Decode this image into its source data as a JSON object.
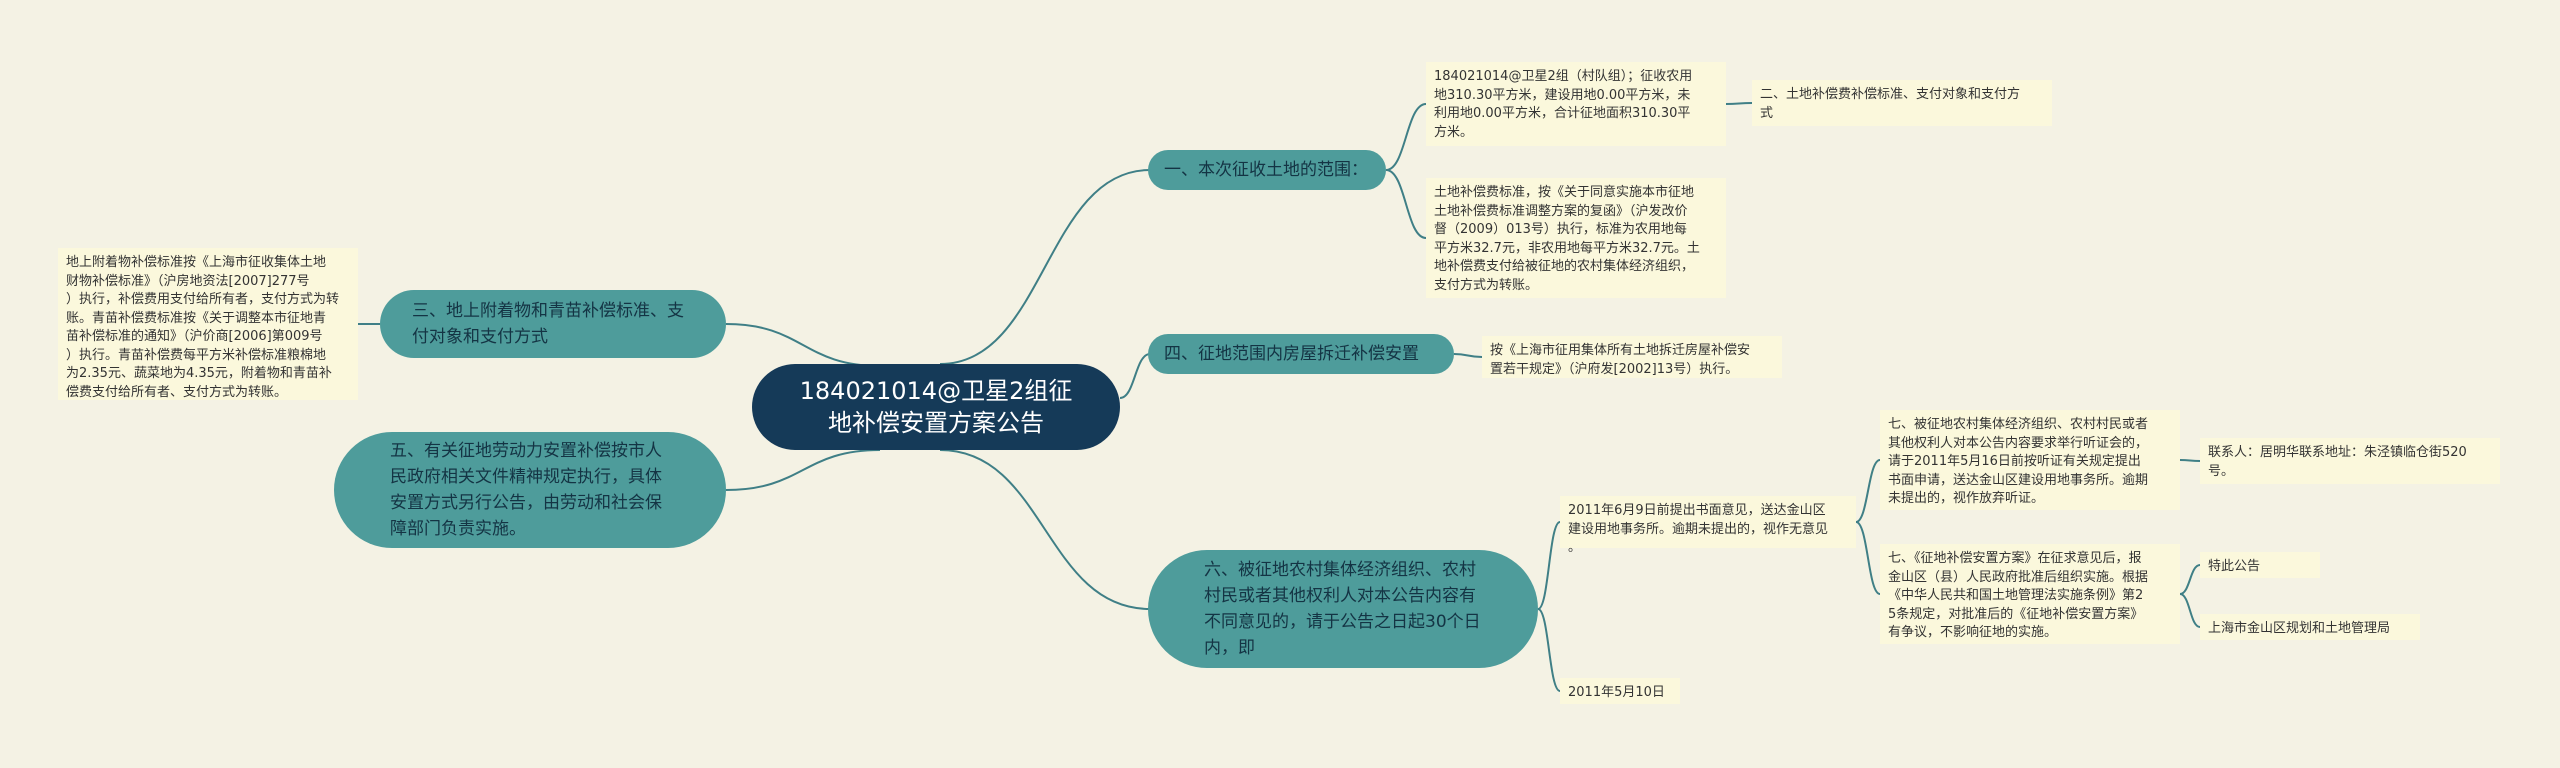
{
  "root": {
    "text": "184021014@卫星2组征地补偿安置方案公告"
  },
  "branches": {
    "one": "一、本次征收土地的范围：",
    "three": "三、地上附着物和青苗补偿标准、支付对象和支付方式",
    "four": "四、征地范围内房屋拆迁补偿安置",
    "five": "五、有关征地劳动力安置补偿按市人民政府相关文件精神规定执行，具体安置方式另行公告，由劳动和社会保障部门负责实施。",
    "six": "六、被征地农村集体经济组织、农村村民或者其他权利人对本公告内容有不同意见的，请于公告之日起30个日内，即"
  },
  "leaves": {
    "scope": "184021014@卫星2组（村队组）；征收农用\n地310.30平方米，建设用地0.00平方米，未\n利用地0.00平方米，合计征地面积310.30平\n方米。",
    "land_comp": "土地补偿费标准，按《关于同意实施本市征地\n土地补偿费标准调整方案的复函》（沪发改价\n督（2009）013号）执行，标准为农用地每\n平方米32.7元，非农用地每平方米32.7元。土\n地补偿费支付给被征地的农村集体经济组织，\n支付方式为转账。",
    "sec_two": "二、土地补偿费补偿标准、支付对象和支付方\n式",
    "attachments": "地上附着物补偿标准按《上海市征收集体土地\n财物补偿标准》（沪房地资法[2007]277号\n）执行，补偿费用支付给所有者，支付方式为转\n账。青苗补偿费标准按《关于调整本市征地青\n苗补偿标准的通知》（沪价商[2006]第009号\n）执行。青苗补偿费每平方米补偿标准粮棉地\n为2.35元、蔬菜地为4.35元，附着物和青苗补\n偿费支付给所有者、支付方式为转账。",
    "housing": "按《上海市征用集体所有土地拆迁房屋补偿安\n置若干规定》（沪府发[2002]13号）执行。",
    "deadline": "2011年6月9日前提出书面意见，送达金山区\n建设用地事务所。逾期未提出的，视作无意见\n。",
    "date": "2011年5月10日",
    "seven_a": "七、被征地农村集体经济组织、农村村民或者\n其他权利人对本公告内容要求举行听证会的，\n请于2011年5月16日前按听证有关规定提出\n书面申请，送达金山区建设用地事务所。逾期\n未提出的，视作放弃听证。",
    "seven_b": "七、《征地补偿安置方案》在征求意见后，报\n金山区（县）人民政府批准后组织实施。根据\n《中华人民共和国土地管理法实施条例》第2\n5条规定，对批准后的《征地补偿安置方案》\n有争议，不影响征地的实施。",
    "contact": "联系人：居明华联系地址：朱泾镇临仓街520\n号。",
    "special": "特此公告",
    "bureau": "上海市金山区规划和土地管理局"
  },
  "colors": {
    "background": "#f4f2e4",
    "root_fill": "#153a58",
    "branch_fill": "#4e9c9b",
    "leaf_fill": "#fbf8dc",
    "link": "#3f7f86"
  }
}
